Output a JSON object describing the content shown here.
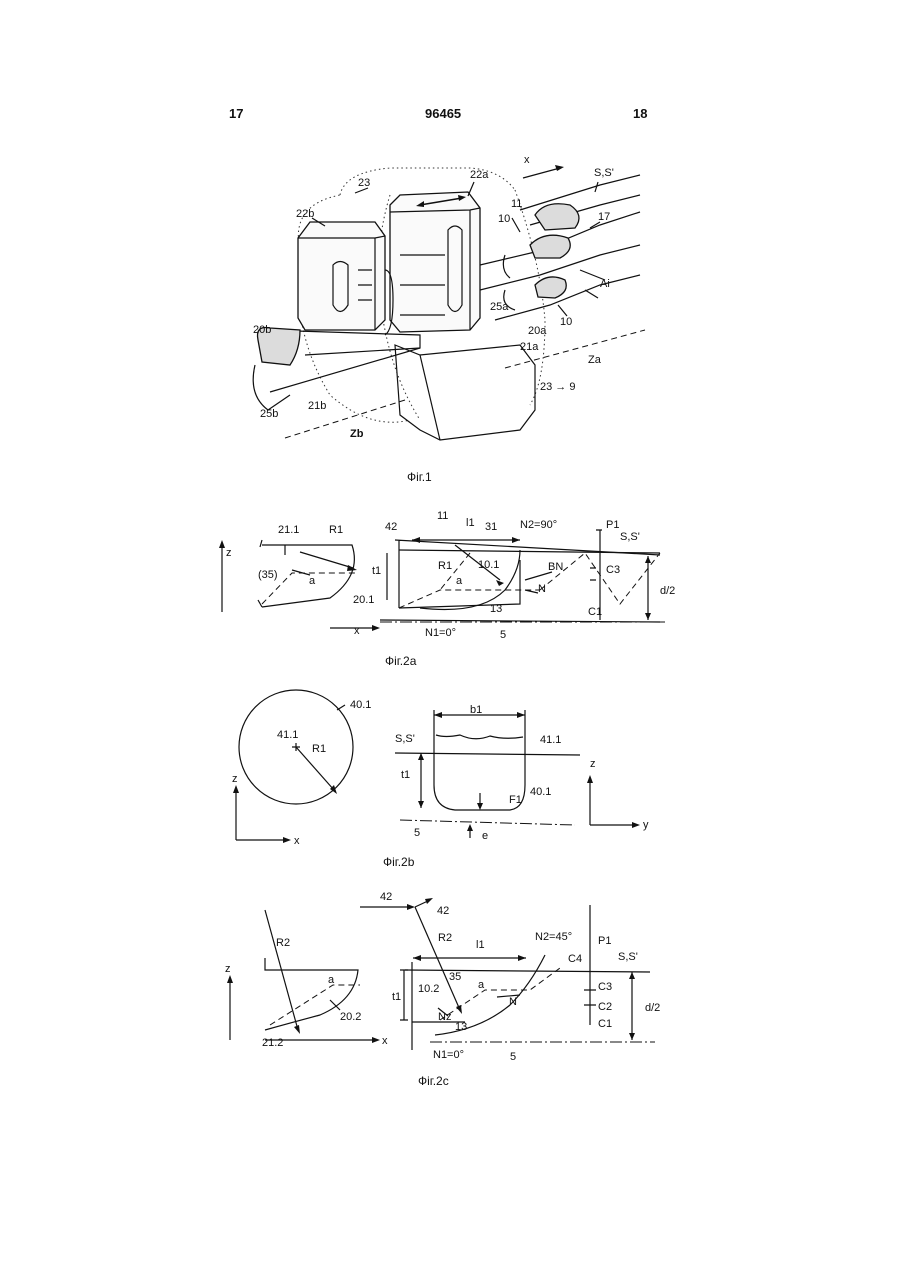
{
  "header": {
    "left": "17",
    "center": "96465",
    "right": "18"
  },
  "figures": {
    "fig1": {
      "caption": "Фіг.1",
      "labels": [
        "23",
        "22a",
        "x",
        "S,S'",
        "22b",
        "11",
        "10",
        "17",
        "Ai",
        "25a",
        "20a",
        "10",
        "21a",
        "20b",
        "Za",
        "23 → 9",
        "25b",
        "21b",
        "Zb"
      ]
    },
    "fig2a": {
      "caption": "Фіг.2a",
      "labels": [
        "z",
        "21.1",
        "R1",
        "(35)",
        "a",
        "20.1",
        "x",
        "11",
        "l1",
        "42",
        "31",
        "N2=90°",
        "P1",
        "S,S'",
        "t1",
        "R1",
        "10.1",
        "a",
        "BN",
        "N",
        "C3",
        "d/2",
        "13",
        "C1",
        "N1=0°",
        "5"
      ]
    },
    "fig2b": {
      "caption": "Фіг.2b",
      "labels": [
        "40.1",
        "41.1",
        "R1",
        "z",
        "x",
        "b1",
        "S,S'",
        "41.1",
        "z",
        "t1",
        "40.1",
        "F1",
        "y",
        "5",
        "e"
      ]
    },
    "fig2c": {
      "caption": "Фіг.2c",
      "labels": [
        "R2",
        "z",
        "a",
        "20.2",
        "21.2",
        "x",
        "42",
        "42",
        "R2",
        "l1",
        "N2=45°",
        "P1",
        "C4",
        "S,S'",
        "35",
        "t1",
        "10.2",
        "a",
        "N",
        "C3",
        "C2",
        "d/2",
        "Nz",
        "13",
        "C1",
        "N1=0°",
        "5"
      ]
    }
  }
}
